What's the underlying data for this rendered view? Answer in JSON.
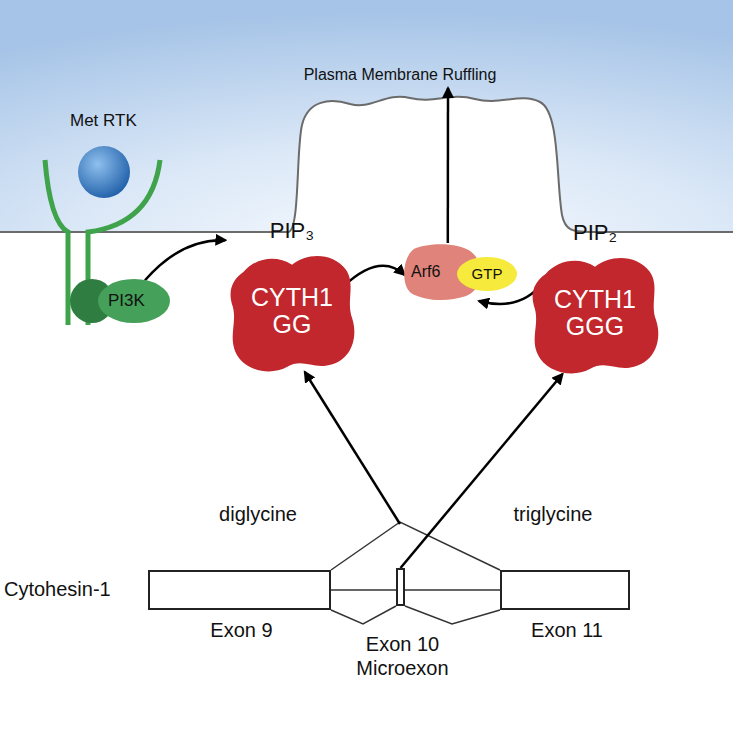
{
  "diagram": {
    "nodes": [
      {
        "text": [
          "Plasma Membrane Ruffling"
        ]
      },
      {
        "text": [
          "PI3K"
        ]
      },
      {
        "text": [
          "PIP₃",
          "CYTH1 GG"
        ]
      },
      {
        "text": [
          "Arf6"
        ]
      },
      {
        "text": [
          "GTP"
        ],
        "in": 3
      },
      {
        "text": [
          "PIP₂",
          "CYTH1 GGG"
        ]
      },
      {
        "text": [
          "Exon 9"
        ]
      },
      {
        "text": [
          "Exon 10 Microexon"
        ]
      },
      {
        "text": [
          "Exon 11"
        ]
      }
    ],
    "edges": [
      {
        "from": 1,
        "to": 2,
        "arrow": "to"
      },
      {
        "from": 2,
        "to": 3,
        "arrow": "to"
      },
      {
        "from": 5,
        "to": 3,
        "arrow": "to"
      },
      {
        "from": 3,
        "to": 0,
        "arrow": "to"
      },
      {
        "from": 6,
        "to": 8,
        "arrow": "none"
      },
      {
        "from": 6,
        "to": 7,
        "arrow": "none"
      },
      {
        "from": 7,
        "to": 8,
        "arrow": "none"
      },
      {
        "from": 6,
        "to": 2,
        "label": "diglycine",
        "arrow": "to"
      },
      {
        "from": 7,
        "to": 5,
        "label": "triglycine",
        "arrow": "to"
      }
    ],
    "labels": [
      "Met RTK",
      "Cytohesin-1"
    ]
  }
}
